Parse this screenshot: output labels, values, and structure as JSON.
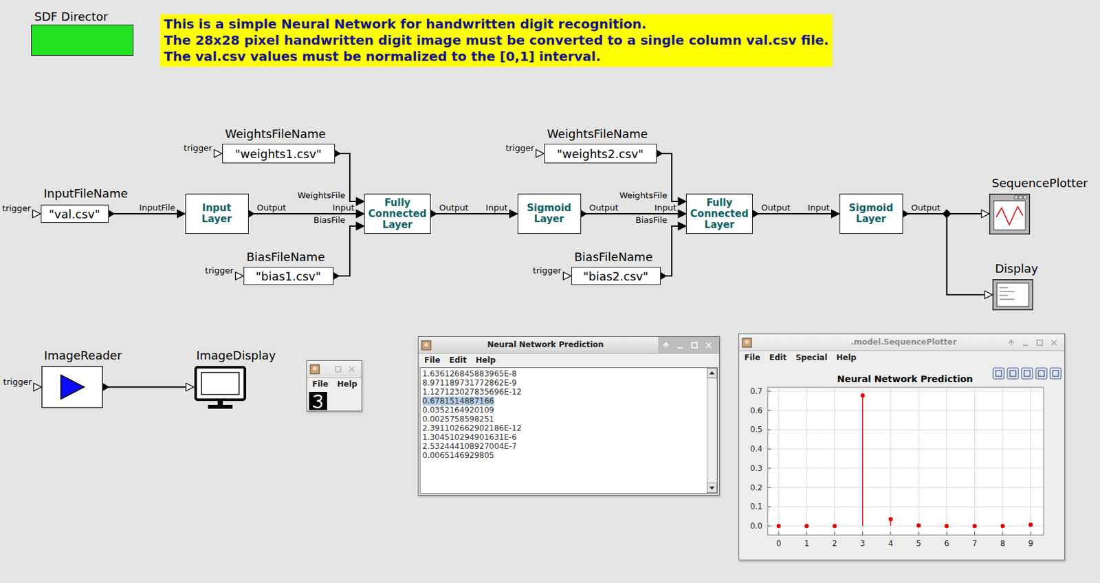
{
  "diagram": {
    "nodes": [
      {
        "text": [
          "SDF Director"
        ]
      },
      {
        "text": [
          "This is a simple Neural Network for handwritten digit recognition.",
          "The 28x28 pixel handwritten digit image must be converted to a single column val.csv file.",
          "The val.csv values must be normalized to the [0,1] interval."
        ]
      },
      {
        "text": [
          "WeightsFileName",
          "\"weights1.csv\""
        ]
      },
      {
        "text": [
          "WeightsFileName",
          "\"weights2.csv\""
        ]
      },
      {
        "text": [
          "InputFileName",
          "\"val.csv\""
        ]
      },
      {
        "text": [
          "Input Layer"
        ]
      },
      {
        "text": [
          "Fully Connected Layer"
        ]
      },
      {
        "text": [
          "Sigmoid Layer"
        ]
      },
      {
        "text": [
          "Fully Connected Layer"
        ]
      },
      {
        "text": [
          "Sigmoid Layer"
        ]
      },
      {
        "text": [
          "SequencePlotter"
        ]
      },
      {
        "text": [
          "BiasFileName",
          "\"bias1.csv\""
        ]
      },
      {
        "text": [
          "BiasFileName",
          "\"bias2.csv\""
        ]
      },
      {
        "text": [
          "Display"
        ]
      },
      {
        "text": [
          "ImageReader"
        ]
      },
      {
        "text": [
          "ImageDisplay"
        ]
      },
      {
        "text": [
          "File",
          "Help"
        ]
      },
      {
        "text": [
          "Neural Network Prediction",
          "File",
          "Edit",
          "Help",
          "1.636126845883965E-8",
          "8.971189731772862E-9",
          "1.127123027835696E-12",
          "0.6781514887166",
          "0.0352164920109",
          "0.0025758598251",
          "2.391102662902186E-12",
          "1.304510294901631E-6",
          "2.532444108927004E-7",
          "0.0065146929805"
        ]
      },
      {
        "text": [
          ".model.SequencePlotter",
          "File",
          "Edit",
          "Special",
          "Help"
        ]
      }
    ],
    "edges": [
      {
        "from": 4,
        "to": 5,
        "arrow": "to"
      },
      {
        "from": 5,
        "to": 6,
        "arrow": "to"
      },
      {
        "from": 2,
        "to": 6,
        "arrow": "to"
      },
      {
        "from": 11,
        "to": 6,
        "arrow": "to"
      },
      {
        "from": 6,
        "to": 7,
        "arrow": "to"
      },
      {
        "from": 7,
        "to": 8,
        "arrow": "to"
      },
      {
        "from": 3,
        "to": 8,
        "arrow": "to"
      },
      {
        "from": 12,
        "to": 8,
        "arrow": "to"
      },
      {
        "from": 8,
        "to": 9,
        "arrow": "to"
      },
      {
        "from": 9,
        "to": 10,
        "arrow": "to"
      },
      {
        "from": 9,
        "to": 13,
        "arrow": "to"
      },
      {
        "from": 14,
        "to": 15,
        "arrow": "to"
      }
    ],
    "labels": [
      "trigger",
      "trigger",
      "trigger",
      "InputFile",
      "Output",
      "WeightsFile",
      "Input",
      "BiasFile",
      "Output",
      "Input",
      "Output",
      "WeightsFile",
      "Input",
      "BiasFile",
      "Output",
      "Input",
      "Output",
      "trigger",
      "trigger",
      "trigger",
      "Neural Network Prediction",
      "0.7",
      "0.6",
      "0.5",
      "0.4",
      "0.3",
      "0.2",
      "0.1",
      "0.0",
      "0",
      "1",
      "2",
      "3",
      "4",
      "5",
      "6",
      "7",
      "8",
      "9"
    ]
  }
}
